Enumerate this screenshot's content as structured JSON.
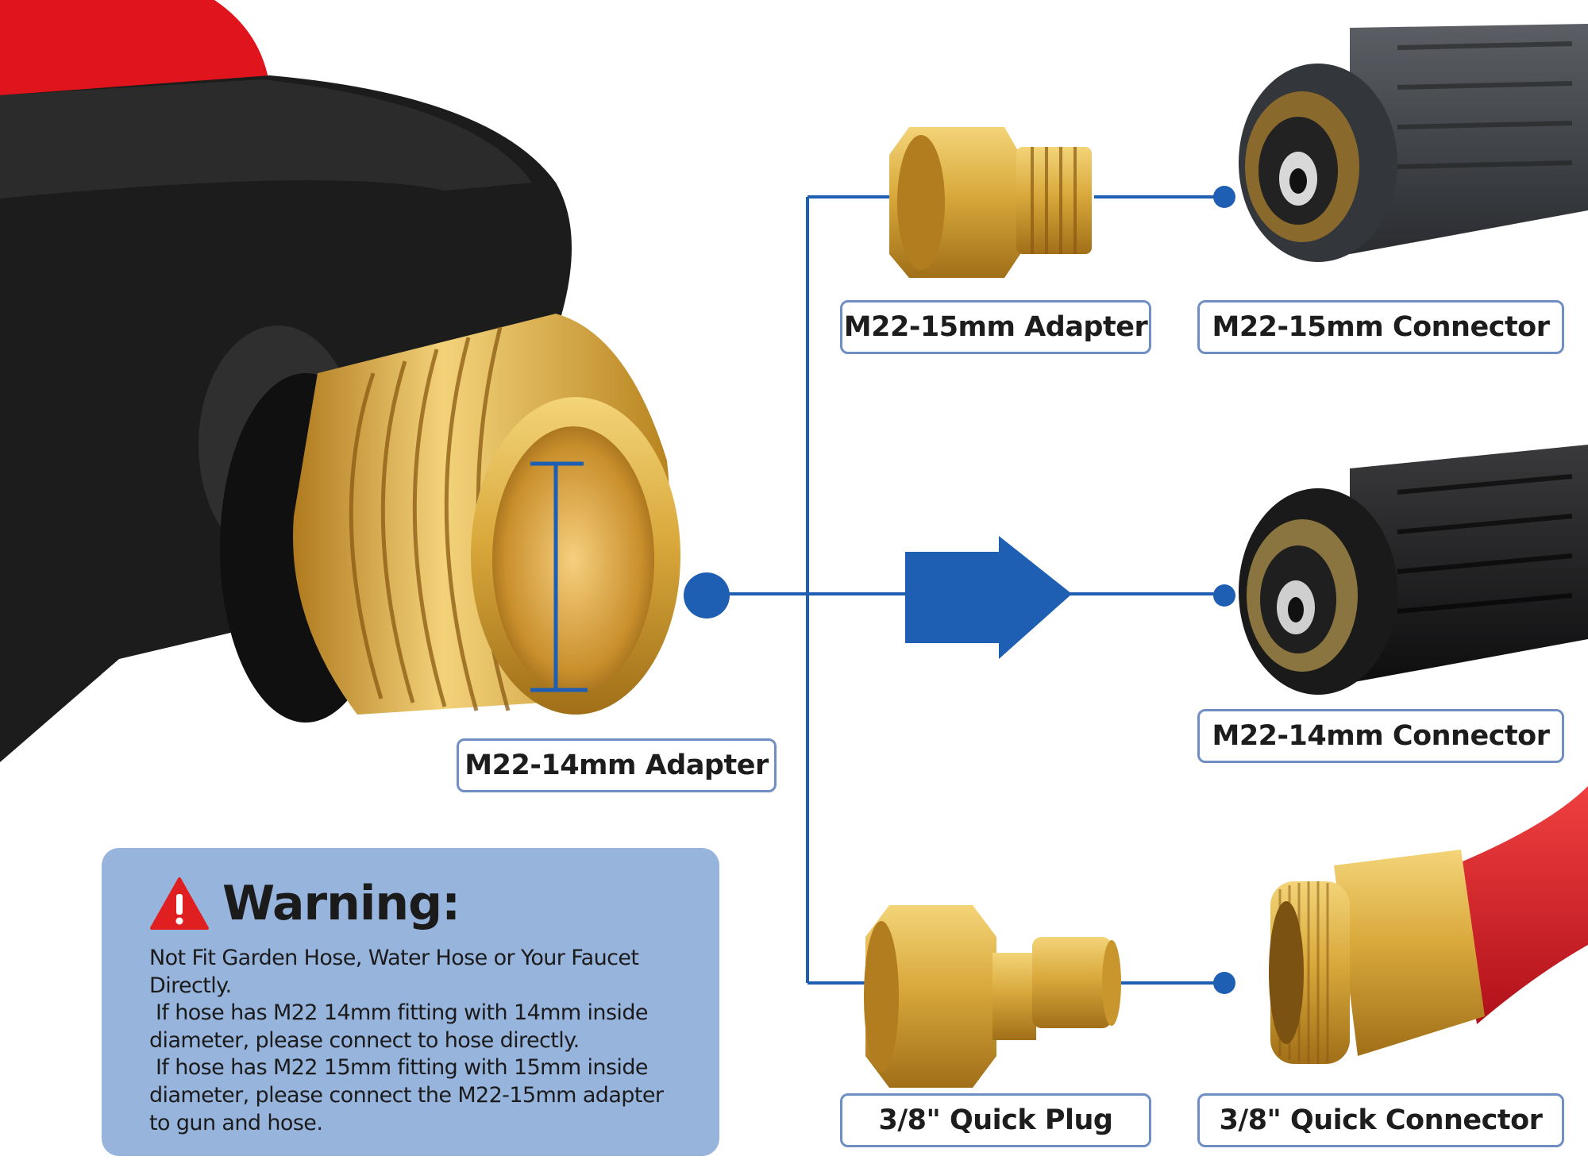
{
  "labels": {
    "m22_15mm_adapter": "M22-15mm Adapter",
    "m22_15mm_connector": "M22-15mm Connector",
    "m22_14mm_adapter": "M22-14mm Adapter",
    "m22_14mm_connector": "M22-14mm Connector",
    "quick_plug": "3/8\" Quick Plug",
    "quick_connector": "3/8\" Quick Connector"
  },
  "warning": {
    "title": "Warning:",
    "icon": "warning-triangle-icon",
    "lines": [
      "Not Fit Garden Hose, Water Hose or Your Faucet Directly.",
      " If hose has M22 14mm fitting with 14mm inside diameter, please connect to hose directly.",
      " If hose has M22 15mm fitting with 15mm inside diameter, please connect the M22-15mm adapter to gun and hose."
    ]
  },
  "colors": {
    "accent_blue": "#1f5fb3",
    "label_border": "#6f8fc4",
    "warning_bg": "#97b4dd",
    "warning_red": "#e02020",
    "brass": "#d9a93c",
    "gun_red": "#e0141c",
    "gun_black": "#1c1c1c"
  }
}
